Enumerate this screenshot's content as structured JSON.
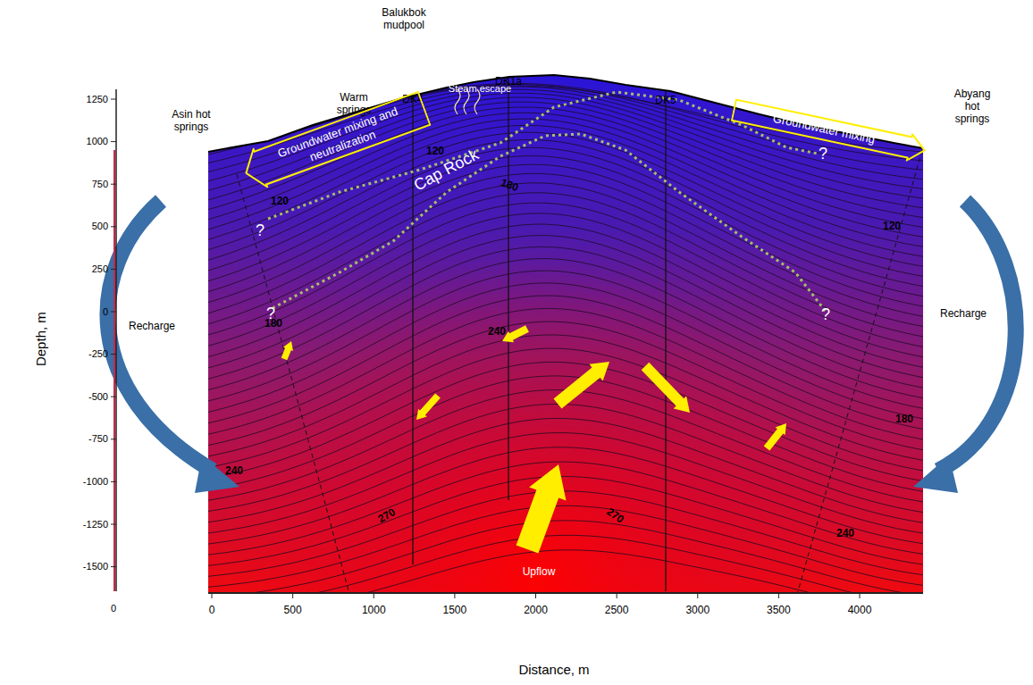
{
  "diagram": {
    "nodes": [
      {
        "text": [
          "Groundwater mixing and neutralization"
        ]
      },
      {
        "text": [
          "Groundwater mixing"
        ]
      }
    ],
    "labels": [
      "Balukbok mudpool",
      "Warm springs",
      "Asin hot springs",
      "DK4",
      "DK1a",
      "DK5",
      "Abyang hot springs",
      "Steam escape",
      "Cap Rock",
      "120",
      "120",
      "120",
      "180",
      "180",
      "180",
      "240",
      "240",
      "240",
      "270",
      "270",
      "?",
      "?",
      "?",
      "?",
      "Recharge",
      "Recharge",
      "Upflow",
      "Depth, m",
      "Distance, m",
      "1250",
      "1000",
      "750",
      "500",
      "250",
      "0",
      "-250",
      "-500",
      "-750",
      "-1000",
      "-1250",
      "-1500",
      "0",
      "0",
      "500",
      "1000",
      "1500",
      "2000",
      "2500",
      "3000",
      "3500",
      "4000"
    ]
  }
}
